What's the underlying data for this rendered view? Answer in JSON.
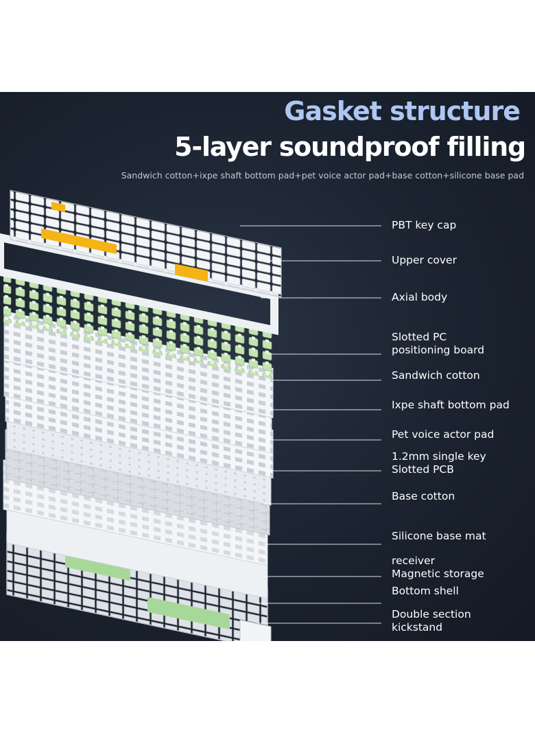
{
  "header": {
    "title": "Gasket structure",
    "subtitle": "5-layer soundproof filling",
    "description": "Sandwich cotton+ixpe shaft bottom pad+pet voice actor pad+base cotton+silicone base pad"
  },
  "labels": [
    {
      "lines": [
        "PBT key cap"
      ]
    },
    {
      "lines": [
        "Upper cover"
      ]
    },
    {
      "lines": [
        "Axial body"
      ]
    },
    {
      "lines": [
        "Slotted PC",
        "positioning board"
      ]
    },
    {
      "lines": [
        "Sandwich cotton"
      ]
    },
    {
      "lines": [
        "Ixpe shaft bottom pad"
      ]
    },
    {
      "lines": [
        "Pet voice actor pad"
      ]
    },
    {
      "lines": [
        "1.2mm single key",
        "Slotted PCB"
      ]
    },
    {
      "lines": [
        "Base cotton"
      ]
    },
    {
      "lines": [
        "Silicone base mat"
      ]
    },
    {
      "lines": [
        "receiver",
        "Magnetic storage"
      ]
    },
    {
      "lines": [
        "Bottom shell"
      ]
    },
    {
      "lines": [
        "Double section",
        "kickstand"
      ]
    }
  ],
  "colors": {
    "background": "#1b2330",
    "title": "#aec6f2",
    "accent_keycap": "#f4b416",
    "switch_green": "#b9dca6",
    "silicone_mat": "#a7d89a",
    "plate_white": "#eef1f4"
  }
}
